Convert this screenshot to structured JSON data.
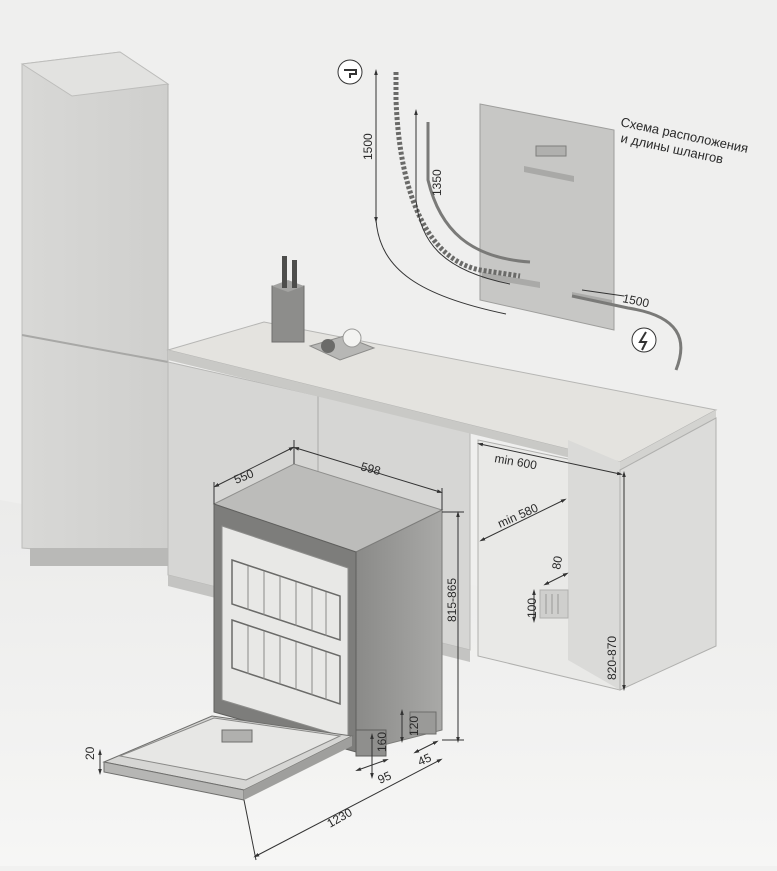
{
  "diagram": {
    "caption_line1": "Схема расположения",
    "caption_line2": "и длины шлангов",
    "hose_water_length": "1500",
    "hose_drain_length": "1350",
    "hose_power_length": "1500",
    "niche_width": "min 600",
    "niche_depth": "min 580",
    "niche_height": "820-870",
    "niche_plinth_height": "100",
    "niche_plinth_depth": "80",
    "dw_width": "598",
    "dw_depth": "550",
    "dw_height": "815-865",
    "door_open_depth": "1230",
    "door_panel_thickness": "20",
    "leg_height": "160",
    "leg_depth": "95",
    "foot_height": "120",
    "foot_offset": "45",
    "water_tap_icon": "faucet-icon",
    "power_icon": "lightning-icon"
  }
}
